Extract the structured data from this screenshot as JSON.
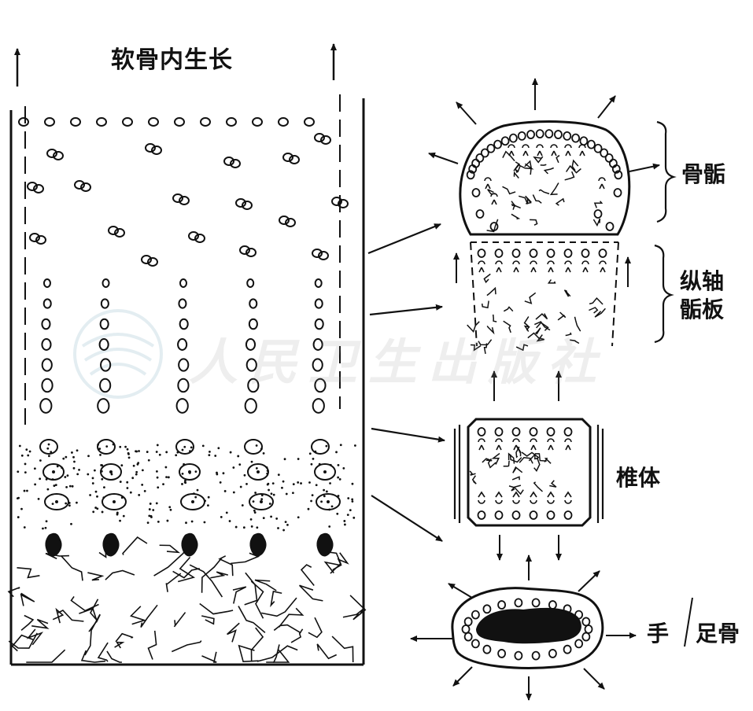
{
  "labels": {
    "title": "软骨内生长",
    "epiphysis": "骨骺",
    "longitudinal_line1": "纵轴",
    "longitudinal_line2": "骺板",
    "vertebra": "椎体",
    "hand": "手",
    "foot_bone": "足骨"
  },
  "watermark": "人民卫生出版社",
  "colors": {
    "ink": "#111111",
    "background": "#ffffff",
    "watermark": "#9fb7c4"
  }
}
